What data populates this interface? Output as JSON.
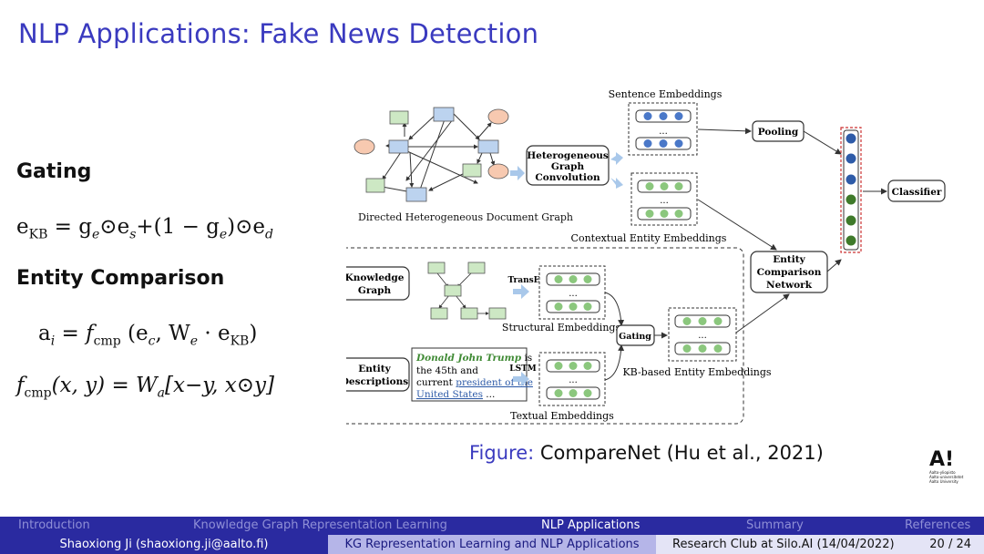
{
  "slide": {
    "title": "NLP Applications: Fake News Detection",
    "gating_heading": "Gating",
    "comparison_heading": "Entity Comparison"
  },
  "math": {
    "gating": {
      "e": "e",
      "kb": "KB",
      "eq": " = g",
      "ge_sub": "e",
      "dot1": "⊙e",
      "es_sub": "s",
      "plus": "+(1 − g",
      "ge2_sub": "e",
      "close": ")⊙e",
      "d_sub": "d"
    },
    "ai": {
      "a": "a",
      "i_sub": "i",
      "eq": " = ",
      "f": "f",
      "cmp_sub": "cmp",
      "open": " (e",
      "c_sub": "c",
      "comma": ", W",
      "we_sub": "e",
      "dot": " · e",
      "kb_sub": "KB",
      "close": ")"
    },
    "fcmp": {
      "f": "f",
      "cmp_sub": "cmp",
      "args": "(x, y) = W",
      "a_sub": "a",
      "rest": "[x−y, x⊙y]"
    }
  },
  "figure": {
    "caption_label": "Figure:",
    "caption_text": " CompareNet (Hu et al., 2021)",
    "labels": {
      "doc_graph": "Directed Heterogeneous Document Graph",
      "hgc_1": "Heterogeneous",
      "hgc_2": "Graph",
      "hgc_3": "Convolution",
      "sentence_emb": "Sentence Embeddings",
      "contextual_emb": "Contextual Entity Embeddings",
      "pooling": "Pooling",
      "classifier": "Classifier",
      "ecn_1": "Entity",
      "ecn_2": "Comparison",
      "ecn_3": "Network",
      "kg_1": "Knowledge",
      "kg_2": "Graph",
      "transe": "TransE",
      "structural_emb": "Structural Embeddings",
      "gating": "Gating",
      "kb_emb": "KB-based Entity Embeddings",
      "ed_1": "Entity",
      "ed_2": "Descriptions",
      "lstm": "LSTM",
      "textual_emb": "Textual Embeddings",
      "desc_name": "Donald John Trump",
      "desc_is": " is",
      "desc_l2": "the 45th and",
      "desc_l3a": "current ",
      "desc_l3b": "president of the",
      "desc_l4a": "United States",
      "desc_l4b": " ...",
      "ellipsis": "..."
    }
  },
  "logo": {
    "mark": "A!",
    "lines": [
      "Aalto-yliopisto",
      "Aalto-universitetet",
      "Aalto University"
    ]
  },
  "nav": {
    "items": [
      "Introduction",
      "Knowledge Graph Representation Learning",
      "NLP Applications",
      "Summary",
      "References"
    ],
    "active_index": 2
  },
  "footer": {
    "author": "Shaoxiong Ji  (shaoxiong.ji@aalto.fi)",
    "talk": "KG Representation Learning and NLP Applications",
    "event": "Research Club at Silo.AI  (14/04/2022)",
    "page": "20 / 24"
  },
  "colors": {
    "title": "#3a3abf",
    "nav_bg": "#2a2aa0",
    "node_green": "#cde8c4",
    "node_blue": "#bcd3ef",
    "node_orange": "#f7c9b0",
    "dot_blue": "#4a78c8",
    "dot_green": "#8bc77d",
    "dot_dark_green": "#3f7a2a"
  }
}
